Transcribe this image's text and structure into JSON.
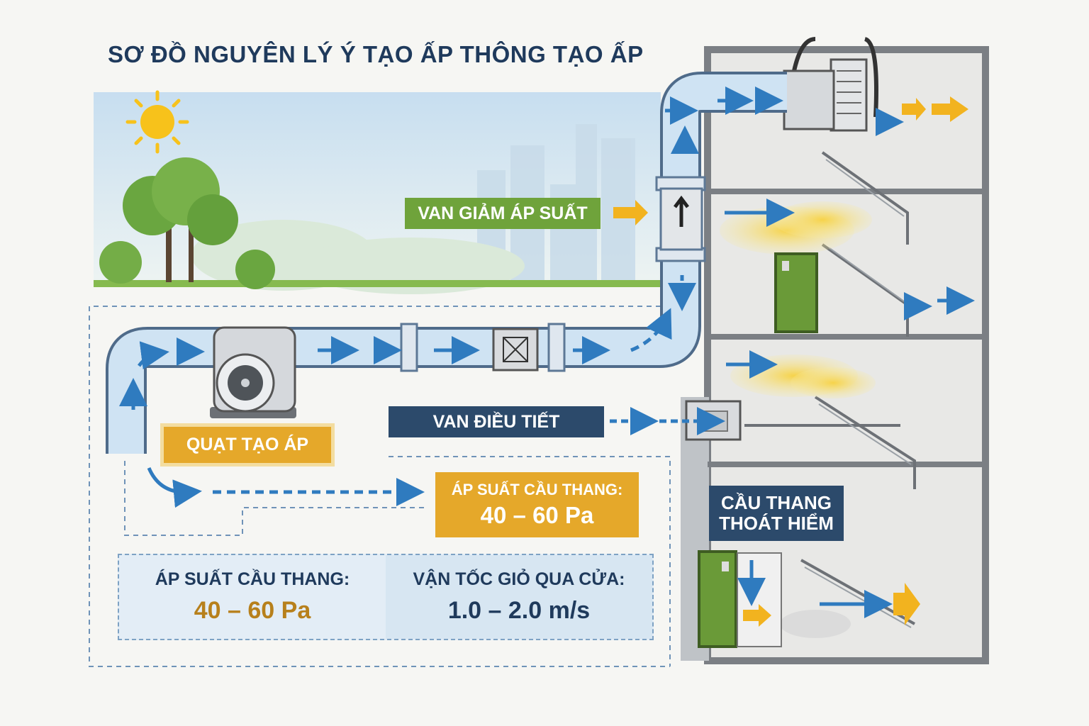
{
  "title": "SƠ ĐỒ NGUYÊN LÝ Ý TẠO ẤP THÔNG TẠO ẤP",
  "labels": {
    "pressure_relief_valve": "VAN GIẢM ÁP SUẤT",
    "pressurization_fan": "QUẠT TẠO ÁP",
    "control_damper": "VAN ĐIỀU TIẾT",
    "stair_pressure_title": "ÁP SUẤT CẦU THANG:",
    "stair_pressure_value": "40 – 60 Pa",
    "escape_stair_line1": "CẦU THANG",
    "escape_stair_line2": "THOÁT HIỂM"
  },
  "info_panel": {
    "pressure_title": "ÁP SUẤT CẦU THANG:",
    "pressure_value": "40 – 60 Pa",
    "velocity_title": "VẬN TỐC GIỎ QUA CỬA:",
    "velocity_value": "1.0 – 2.0 m/s"
  },
  "colors": {
    "navy": "#2c4a6b",
    "green": "#6fa33b",
    "amber": "#e5a82a",
    "duct": "#cfe3f3",
    "arrow_blue": "#2f7bbf",
    "arrow_yellow": "#f2b31f",
    "door_green": "#6a9a38"
  },
  "icons": [
    "sun-icon",
    "tree-icon",
    "fan-icon",
    "damper-icon",
    "rooftop-unit-icon",
    "door-icon",
    "smoke-icon"
  ]
}
